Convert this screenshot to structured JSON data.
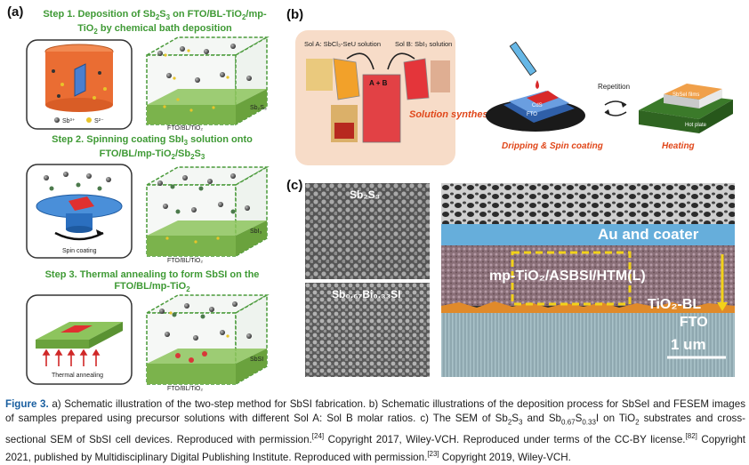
{
  "panels": {
    "a": {
      "label": "(a)",
      "steps": [
        {
          "text_html": "Step 1. Deposition of Sb<sub>2</sub>S<sub>3</sub> on FTO/BL-TiO<sub>2</sub>/mp-TiO<sub>2</sub> by chemical bath deposition"
        },
        {
          "text_html": "Step 2. Spinning coating SbI<sub>3</sub> solution onto FTO/BL/mp-TiO<sub>2</sub>/Sb<sub>2</sub>S<sub>3</sub>"
        },
        {
          "text_html": "Step 3. Thermal annealing to form SbSI on the FTO/BL/mp-TiO<sub>2</sub>"
        }
      ],
      "labels": {
        "sb_ion": "Sb³⁺",
        "s_ion": "S²⁻",
        "fto1": "FTO/BL/TiO₂",
        "sb2s3": "Sb₂S₃",
        "spin": "Spin coating",
        "fto2": "FTO/BL/TiO₂",
        "sbi3": "SbI₃",
        "thermal": "Thermal annealing",
        "fto3": "FTO/BL/TiO₂",
        "sbsi": "SbSI"
      }
    },
    "b": {
      "label": "(b)",
      "sol_a": "Sol A: SbCl₃-SeU solution",
      "sol_b": "Sol B: SbI₃ solution",
      "ab": "A + B",
      "synthesis": "Solution synthesis",
      "cds": "CdS",
      "fto": "FTO",
      "dripping": "Dripping & Spin coating",
      "repetition": "Repetition",
      "sbsei": "SbSeI films",
      "hotplate": "Hot plate",
      "heating": "Heating"
    },
    "c": {
      "label": "(c)",
      "sem1": "Sb₂S₃",
      "sem2": "Sb₀.₆₇Bi₀.₃₃SI",
      "au": "Au and coater",
      "mp": "mp-TiO₂/ASBSI/HTM(L)",
      "tio2bl": "TiO₂-BL",
      "fto": "FTO",
      "scale": "1 um"
    }
  },
  "caption": {
    "html": "<span class=\"fig\">Figure 3.</span> a) Schematic illustration of the two-step method for SbSI fabrication. b) Schematic illustrations of the deposition process for SbSeI and FESEM images of samples prepared using precursor solutions with different Sol A: Sol B molar ratios. c) The SEM of Sb<sub>2</sub>S<sub>3</sub> and Sb<sub>0.67</sub>S<sub>0.33</sub>I on TiO<sub>2</sub> substrates and cross-sectional SEM of SbSI cell devices. Reproduced with permission.<sup>[24]</sup> Copyright 2017, Wiley-VCH. Reproduced under terms of the CC-BY license.<sup>[82]</sup> Copyright 2021, published by Multidisciplinary Digital Publishing Institute. Reproduced with permission.<sup>[23]</sup> Copyright 2019, Wiley-VCH."
  },
  "colors": {
    "step_green": "#3f9a35",
    "caption_blue": "#1a5fa0",
    "solution_bg": "#f7dcc8",
    "orange": "#e8743a",
    "red": "#d8292a"
  }
}
